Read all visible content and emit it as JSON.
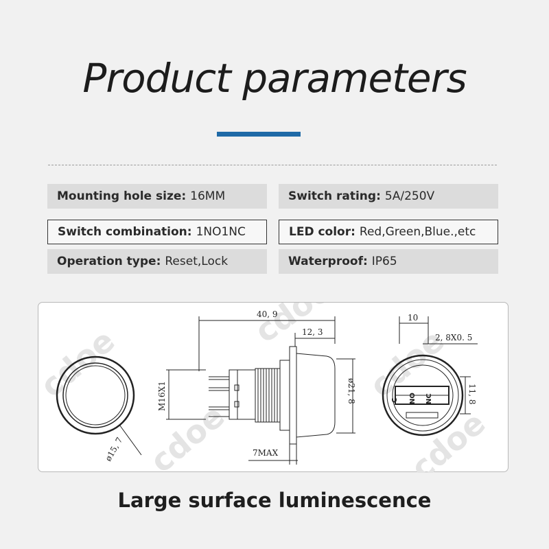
{
  "header": {
    "title": "Product parameters"
  },
  "params": [
    {
      "label": "Mounting hole size:",
      "value": "16MM"
    },
    {
      "label": "Switch rating:",
      "value": "5A/250V"
    },
    {
      "label": "Switch combination:",
      "value": "1NO1NC"
    },
    {
      "label": "LED color:",
      "value": "Red,Green,Blue.,etc"
    },
    {
      "label": "Operation type:",
      "value": "Reset,Lock"
    },
    {
      "label": "Waterproof:",
      "value": "IP65"
    }
  ],
  "drawing": {
    "dims": {
      "front_dia": "ø15, 7",
      "overall_len": "40, 9",
      "head_len": "12, 3",
      "thread": "M16X1",
      "head_dia": "ø21, 8",
      "panel_max": "7MAX",
      "rear_w": "10",
      "terminal": "2, 8X0. 5",
      "rear_h": "11, 8"
    },
    "terminal_labels": {
      "c": "C",
      "no": "NO",
      "nc": "NC"
    },
    "watermark": "cdoe"
  },
  "footer": {
    "caption": "Large surface luminescence"
  },
  "colors": {
    "accent": "#1f6aa7",
    "shaded": "#dcdcdc"
  }
}
